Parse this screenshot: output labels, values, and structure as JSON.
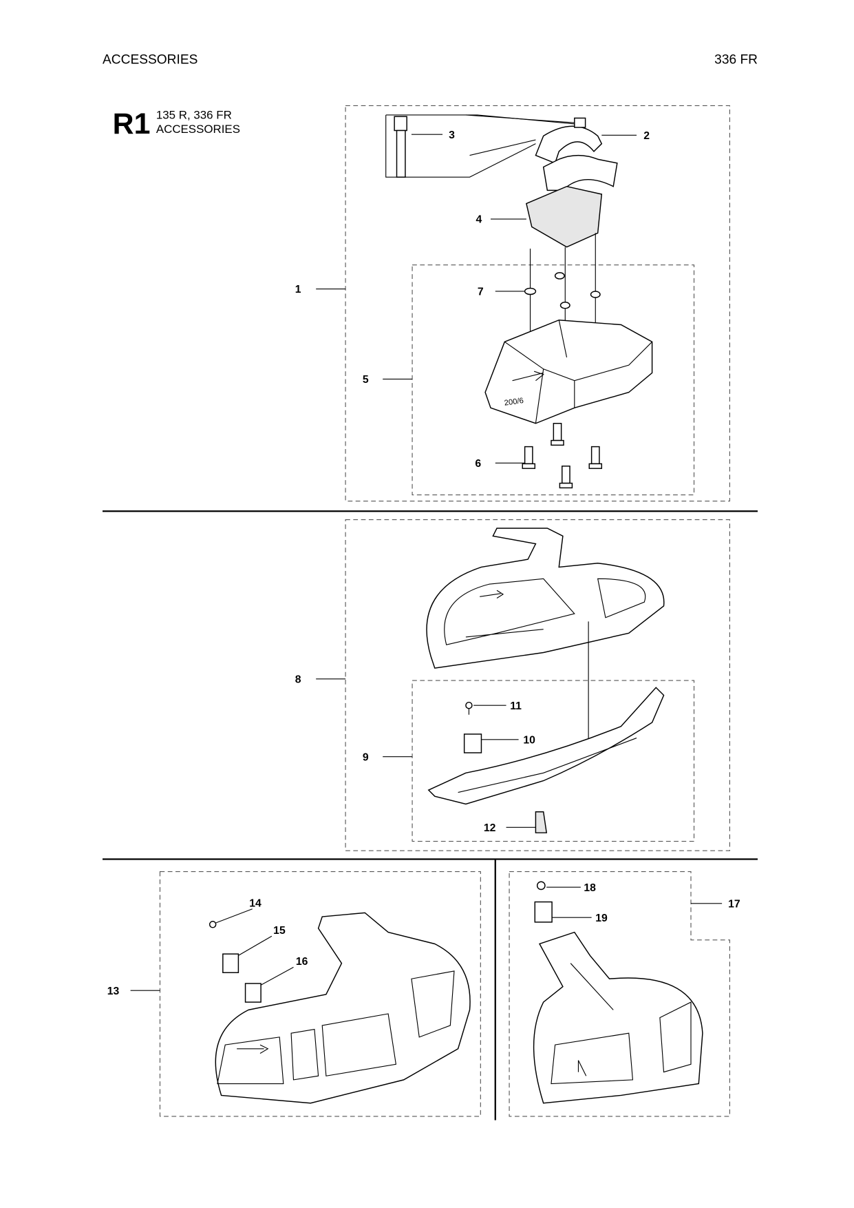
{
  "header": {
    "section": "ACCESSORIES",
    "model": "336 FR"
  },
  "group": {
    "code": "R1",
    "models": "135 R, 336 FR",
    "title": "ACCESSORIES"
  },
  "guard_marking": "200/6",
  "callouts": {
    "c1": "1",
    "c2": "2",
    "c3": "3",
    "c4": "4",
    "c5": "5",
    "c6": "6",
    "c7": "7",
    "c8": "8",
    "c9": "9",
    "c10": "10",
    "c11": "11",
    "c12": "12",
    "c13": "13",
    "c14": "14",
    "c15": "15",
    "c16": "16",
    "c17": "17",
    "c18": "18",
    "c19": "19"
  }
}
